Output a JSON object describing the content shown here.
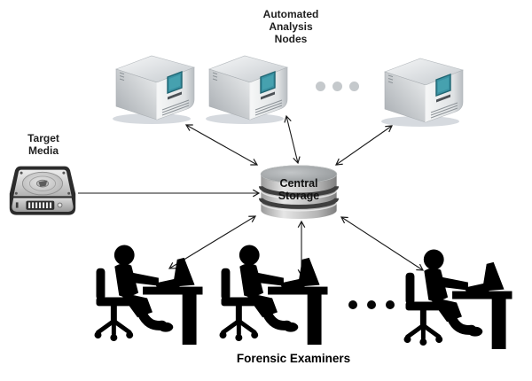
{
  "labels": {
    "automated_nodes": "Automated\nAnalysis\nNodes",
    "target_media": "Target\nMedia",
    "central_storage": "Central\nStorage",
    "forensic_examiners": "Forensic Examiners"
  },
  "icons": {
    "analysis_nodes": [
      "server-icon",
      "server-icon",
      "server-icon"
    ],
    "more_nodes": "ellipsis-dots-top",
    "target_media": "hard-drive-icon",
    "central_storage": "database-cylinder-icon",
    "examiners": [
      "examiner-at-desk-icon",
      "examiner-at-desk-icon",
      "examiner-at-desk-icon"
    ],
    "more_examiners": "ellipsis-dots-bottom"
  },
  "connections": [
    {
      "from": "target-media",
      "to": "central-storage",
      "bidirectional": false
    },
    {
      "from": "analysis-node-1",
      "to": "central-storage",
      "bidirectional": true
    },
    {
      "from": "analysis-node-2",
      "to": "central-storage",
      "bidirectional": true
    },
    {
      "from": "analysis-node-3",
      "to": "central-storage",
      "bidirectional": true
    },
    {
      "from": "examiner-1",
      "to": "central-storage",
      "bidirectional": true
    },
    {
      "from": "examiner-2",
      "to": "central-storage",
      "bidirectional": true
    },
    {
      "from": "examiner-3",
      "to": "central-storage",
      "bidirectional": true
    }
  ],
  "colors": {
    "background": "#ffffff",
    "server_screen_teal": "#3a92a3",
    "silhouette_black": "#000000",
    "dots_top_gray": "#c5c9cc",
    "dots_bottom_black": "#050505",
    "arrow_black": "#1a1a1a",
    "cylinder_gray": "#c2c2c2",
    "text_dark": "#1f1f1f"
  }
}
